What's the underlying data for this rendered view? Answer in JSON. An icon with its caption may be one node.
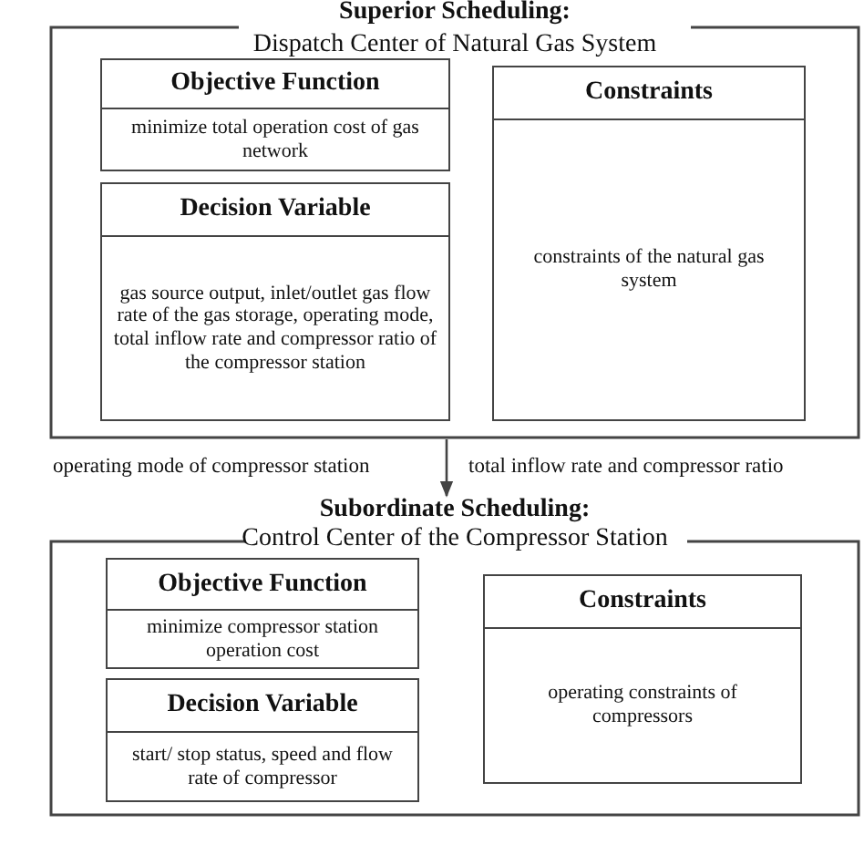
{
  "diagram": {
    "nodes": [
      {
        "text": [
          "Superior Scheduling:",
          "Dispatch Center of Natural Gas System"
        ]
      },
      {
        "text": [
          "Objective Function",
          "minimize total operation cost of gas network"
        ],
        "in": 0
      },
      {
        "text": [
          "Decision Variable",
          "gas source output, inlet/outlet gas flow rate of the gas storage, operating mode, total inflow rate and compressor ratio of the compressor station"
        ],
        "in": 0
      },
      {
        "text": [
          "Constraints",
          "constraints of the natural gas system"
        ],
        "in": 0
      },
      {
        "text": [
          "Subordinate Scheduling:",
          "Control Center of the Compressor Station"
        ]
      },
      {
        "text": [
          "Objective Function",
          "minimize compressor station operation cost"
        ],
        "in": 4
      },
      {
        "text": [
          "Decision Variable",
          "start/ stop status, speed and flow rate of compressor"
        ],
        "in": 4
      },
      {
        "text": [
          "Constraints",
          "operating constraints of compressors"
        ],
        "in": 4
      }
    ],
    "edges": [
      {
        "from": 0,
        "to": 4,
        "arrow": "to"
      }
    ],
    "labels": [
      "operating mode of compressor station",
      "total inflow rate and compressor ratio"
    ]
  }
}
